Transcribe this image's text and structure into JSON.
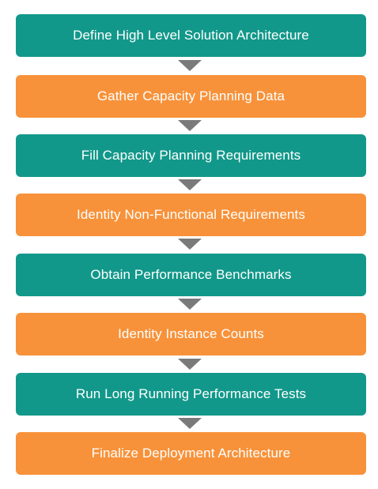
{
  "steps": [
    {
      "label": "Define High Level Solution Architecture",
      "color": "#12988a"
    },
    {
      "label": "Gather Capacity Planning Data",
      "color": "#f7923a"
    },
    {
      "label": "Fill Capacity Planning Requirements",
      "color": "#12988a"
    },
    {
      "label": "Identity Non-Functional Requirements",
      "color": "#f7923a"
    },
    {
      "label": "Obtain Performance Benchmarks",
      "color": "#12988a"
    },
    {
      "label": "Identity Instance Counts",
      "color": "#f7923a"
    },
    {
      "label": "Run Long Running Performance Tests",
      "color": "#12988a"
    },
    {
      "label": "Finalize Deployment Architecture",
      "color": "#f7923a"
    }
  ],
  "arrow_color": "#7a7a7a"
}
